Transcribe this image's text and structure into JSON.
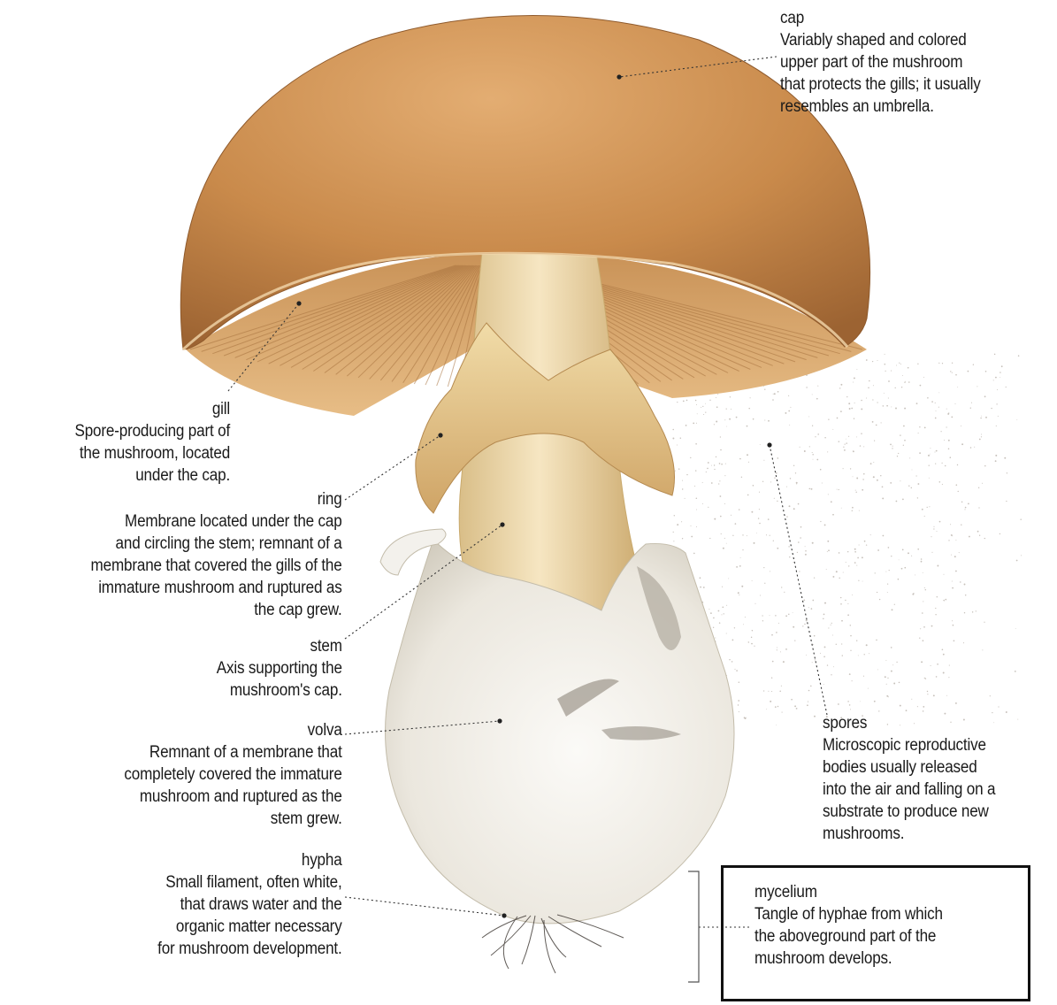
{
  "labels": {
    "cap": {
      "term": "cap",
      "desc": "Variably shaped and colored\nupper part of the mushroom\nthat protects the gills; it usually\nresembles an umbrella."
    },
    "gill": {
      "term": "gill",
      "desc": "Spore-producing part of\nthe mushroom, located\nunder the cap."
    },
    "ring": {
      "term": "ring",
      "desc": "Membrane located under the cap\nand circling the stem; remnant of a\nmembrane that covered the gills of the\nimmature mushroom and ruptured as\nthe cap grew."
    },
    "stem": {
      "term": "stem",
      "desc": "Axis supporting the\nmushroom's cap."
    },
    "volva": {
      "term": "volva",
      "desc": "Remnant of a membrane that\ncompletely covered the immature\nmushroom and ruptured as the\nstem grew."
    },
    "hypha": {
      "term": "hypha",
      "desc": "Small filament, often white,\nthat draws water and the\norganic matter necessary\nfor mushroom development."
    },
    "spores": {
      "term": "spores",
      "desc": "Microscopic reproductive\nbodies usually released\ninto the air and falling on a\nsubstrate to produce new\nmushrooms."
    },
    "mycelium": {
      "term": "mycelium",
      "desc": "Tangle of hyphae from which\nthe aboveground part of the\nmushroom develops."
    }
  },
  "colors": {
    "cap": "#c98a4b",
    "gills": "#d9a86c",
    "stem": "#f0dcae",
    "volva": "#eeeae2",
    "leader": "#333333"
  }
}
